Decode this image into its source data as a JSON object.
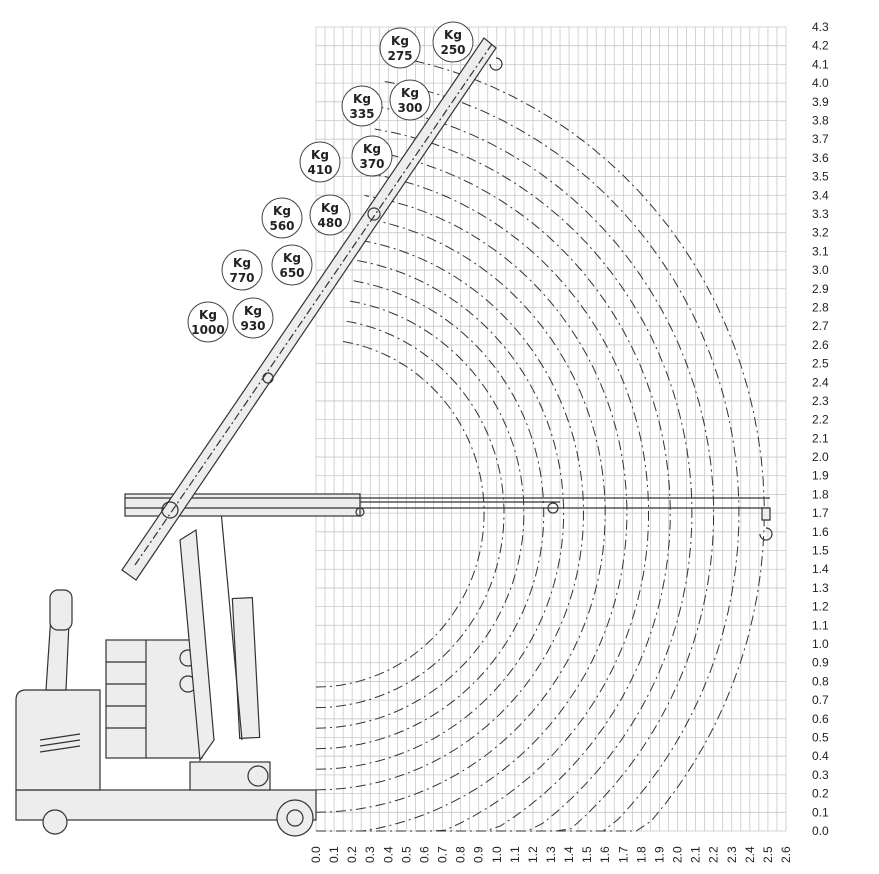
{
  "chart_data": {
    "type": "load-chart",
    "x_ticks": [
      "0.0",
      "0.1",
      "0.2",
      "0.3",
      "0.4",
      "0.5",
      "0.6",
      "0.7",
      "0.8",
      "0.9",
      "1.0",
      "1.1",
      "1.2",
      "1.3",
      "1.4",
      "1.5",
      "1.6",
      "1.7",
      "1.8",
      "1.9",
      "2.0",
      "2.1",
      "2.2",
      "2.3",
      "2.4",
      "2.5",
      "2.6"
    ],
    "y_ticks": [
      "0.0",
      "0.1",
      "0.2",
      "0.3",
      "0.4",
      "0.5",
      "0.6",
      "0.7",
      "0.8",
      "0.9",
      "1.0",
      "1.1",
      "1.2",
      "1.3",
      "1.4",
      "1.5",
      "1.6",
      "1.7",
      "1.8",
      "1.9",
      "2.0",
      "2.1",
      "2.2",
      "2.3",
      "2.4",
      "2.5",
      "2.6",
      "2.7",
      "2.8",
      "2.9",
      "3.0",
      "3.1",
      "3.2",
      "3.3",
      "3.4",
      "3.5",
      "3.6",
      "3.7",
      "3.8",
      "3.9",
      "4.0",
      "4.1",
      "4.2",
      "4.3"
    ],
    "xlim": [
      0,
      2.6
    ],
    "ylim": [
      0,
      4.3
    ],
    "grid": true,
    "arc_radii": [
      0.93,
      1.04,
      1.15,
      1.26,
      1.37,
      1.48,
      1.6,
      1.72,
      1.84,
      1.96,
      2.08,
      2.2,
      2.34,
      2.48
    ],
    "load_badges": [
      {
        "label": "Kg",
        "value": "1000"
      },
      {
        "label": "Kg",
        "value": "930"
      },
      {
        "label": "Kg",
        "value": "770"
      },
      {
        "label": "Kg",
        "value": "650"
      },
      {
        "label": "Kg",
        "value": "560"
      },
      {
        "label": "Kg",
        "value": "480"
      },
      {
        "label": "Kg",
        "value": "410"
      },
      {
        "label": "Kg",
        "value": "370"
      },
      {
        "label": "Kg",
        "value": "335"
      },
      {
        "label": "Kg",
        "value": "300"
      },
      {
        "label": "Kg",
        "value": "275"
      },
      {
        "label": "Kg",
        "value": "250"
      }
    ]
  }
}
